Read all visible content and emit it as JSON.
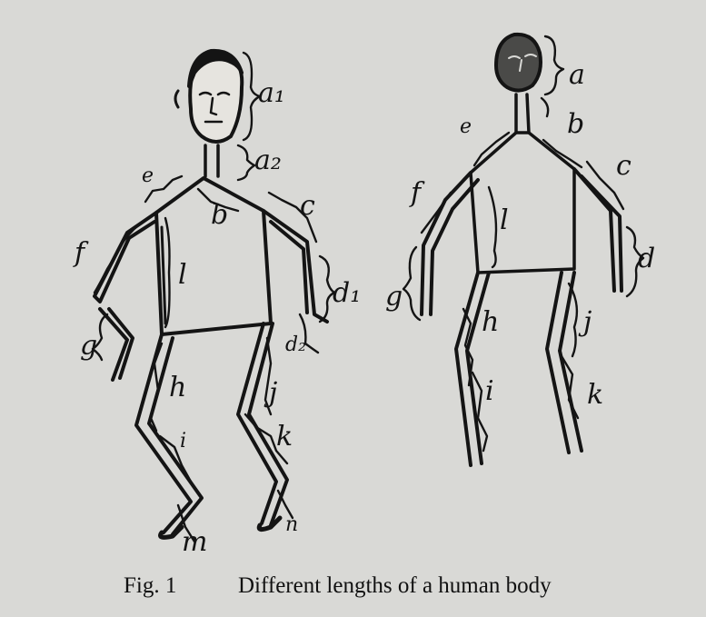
{
  "caption": {
    "fig_label": "Fig. 1",
    "text": "Different lengths of a human body"
  },
  "left_figure": {
    "labels": {
      "a1": "a₁",
      "a2": "a₂",
      "e": "e",
      "b": "b",
      "c": "c",
      "f": "f",
      "l": "l",
      "d1": "d₁",
      "g": "g",
      "d2": "d₂",
      "h": "h",
      "j": "j",
      "i": "i",
      "k": "k",
      "m": "m",
      "n": "n"
    }
  },
  "right_figure": {
    "labels": {
      "a": "a",
      "e": "e",
      "b": "b",
      "c": "c",
      "f": "f",
      "l": "l",
      "d": "d",
      "g": "g",
      "h": "h",
      "j": "j",
      "i": "i",
      "k": "k"
    }
  },
  "colors": {
    "paper": "#d9d9d6",
    "ink": "#141414"
  }
}
